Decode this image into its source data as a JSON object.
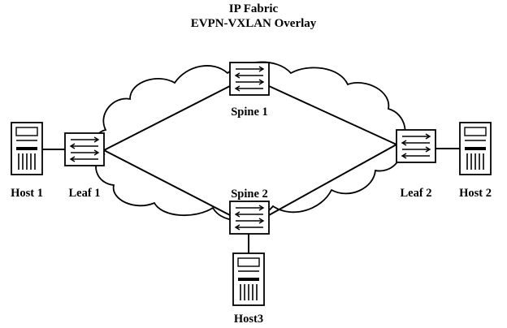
{
  "diagram": {
    "title_line1": "IP Fabric",
    "title_line2": "EVPN-VXLAN Overlay",
    "nodes": {
      "spine1": "Spine 1",
      "spine2": "Spine 2",
      "leaf1": "Leaf 1",
      "leaf2": "Leaf 2",
      "host1": "Host 1",
      "host2": "Host 2",
      "host3": "Host3"
    },
    "colors": {
      "line": "#000000",
      "background": "#ffffff"
    },
    "icons": {
      "switch": "switch-icon",
      "server": "server-icon",
      "cloud": "cloud-icon"
    }
  }
}
